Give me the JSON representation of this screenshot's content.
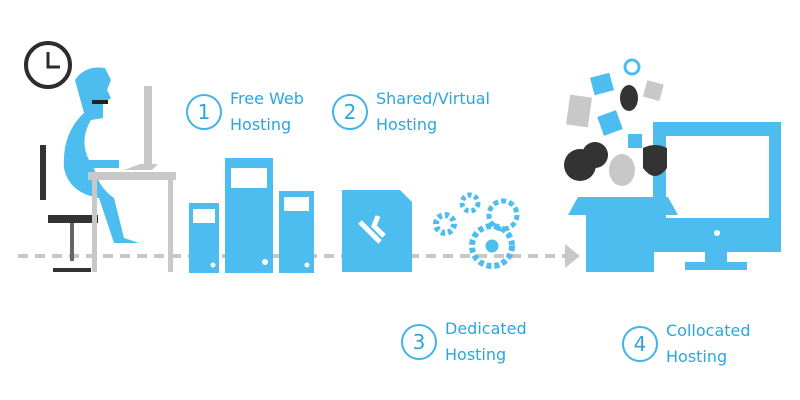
{
  "steps": [
    {
      "number": "1",
      "line1": "Free Web",
      "line2": "Hosting"
    },
    {
      "number": "2",
      "line1": "Shared/Virtual",
      "line2": "Hosting"
    },
    {
      "number": "3",
      "line1": "Dedicated",
      "line2": "Hosting"
    },
    {
      "number": "4",
      "line1": "Collocated",
      "line2": "Hosting"
    }
  ],
  "colors": {
    "accent": "#4dbdf0",
    "text": "#2aa6df",
    "gray": "#c8c8c8",
    "dark": "#333333"
  }
}
